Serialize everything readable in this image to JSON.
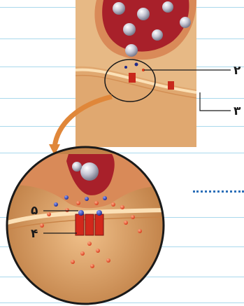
{
  "labels": {
    "top_label_2": "۲",
    "top_label_3": "۳",
    "zoom_label_5": "۵",
    "zoom_label_4": "۴"
  },
  "colors": {
    "page_rule": "#a9d8ec",
    "cell_tan": "#d9a46a",
    "membrane": "#f2c890",
    "vesicle_red": "#b8322a",
    "dotted_line": "#2c6fb8",
    "arrow_orange": "#e0873a"
  }
}
